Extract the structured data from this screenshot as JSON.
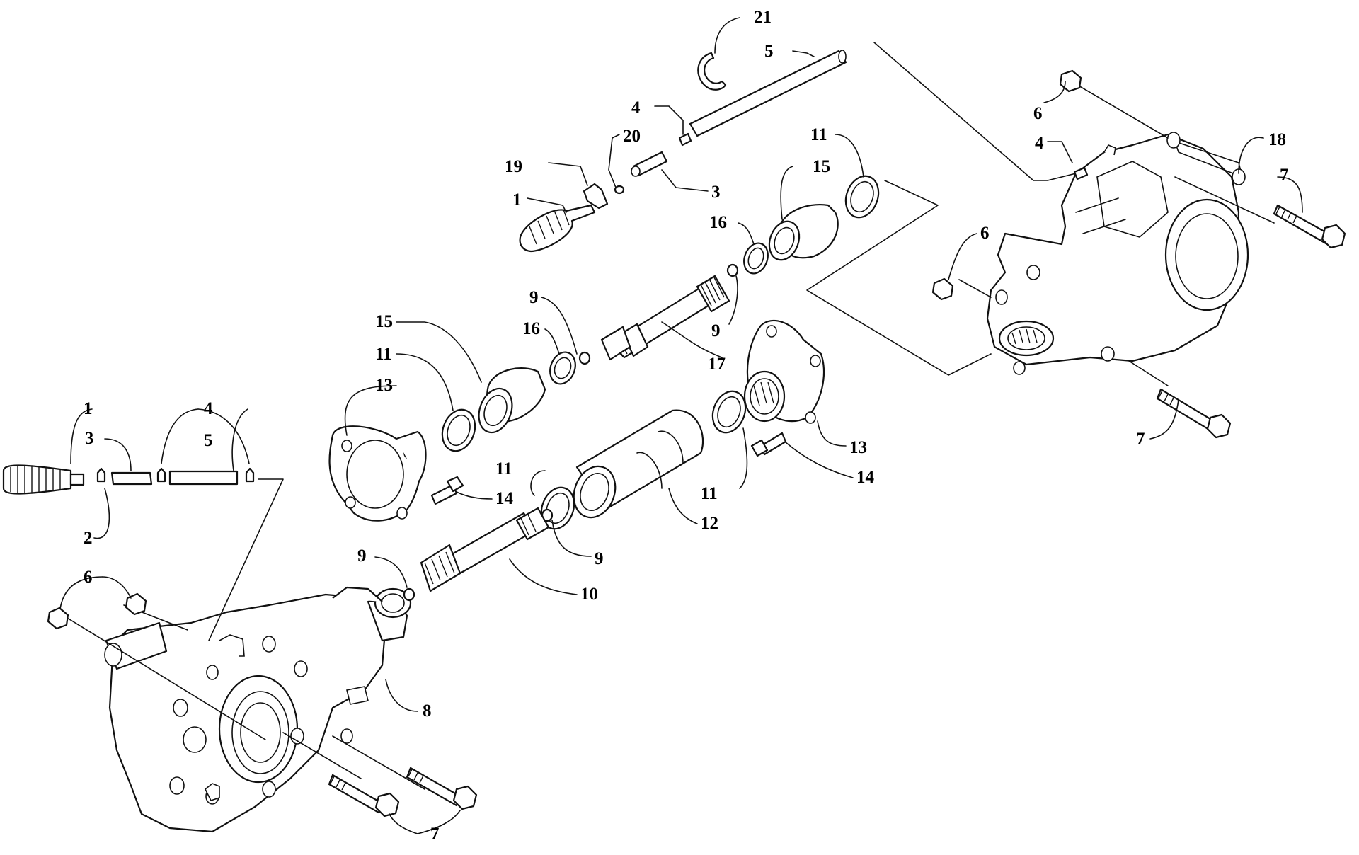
{
  "callouts": [
    {
      "id": "c21",
      "text": "21"
    },
    {
      "id": "c5a",
      "text": "5"
    },
    {
      "id": "c4a",
      "text": "4"
    },
    {
      "id": "c20",
      "text": "20"
    },
    {
      "id": "c19",
      "text": "19"
    },
    {
      "id": "c1a",
      "text": "1"
    },
    {
      "id": "c3a",
      "text": "3"
    },
    {
      "id": "c11a",
      "text": "11"
    },
    {
      "id": "c15a",
      "text": "15"
    },
    {
      "id": "c16a",
      "text": "16"
    },
    {
      "id": "c9a",
      "text": "9"
    },
    {
      "id": "c9b",
      "text": "9"
    },
    {
      "id": "c15b",
      "text": "15"
    },
    {
      "id": "c16b",
      "text": "16"
    },
    {
      "id": "c11b",
      "text": "11"
    },
    {
      "id": "c13a",
      "text": "13"
    },
    {
      "id": "c17",
      "text": "17"
    },
    {
      "id": "c6a",
      "text": "6"
    },
    {
      "id": "c4b",
      "text": "4"
    },
    {
      "id": "c18",
      "text": "18"
    },
    {
      "id": "c7a",
      "text": "7"
    },
    {
      "id": "c6b",
      "text": "6"
    },
    {
      "id": "c7b",
      "text": "7"
    },
    {
      "id": "c13b",
      "text": "13"
    },
    {
      "id": "c14a",
      "text": "14"
    },
    {
      "id": "c14b",
      "text": "14"
    },
    {
      "id": "c11c",
      "text": "11"
    },
    {
      "id": "c11d",
      "text": "11"
    },
    {
      "id": "c12",
      "text": "12"
    },
    {
      "id": "c9c",
      "text": "9"
    },
    {
      "id": "c9d",
      "text": "9"
    },
    {
      "id": "c10",
      "text": "10"
    },
    {
      "id": "c1b",
      "text": "1"
    },
    {
      "id": "c3b",
      "text": "3"
    },
    {
      "id": "c4c",
      "text": "4"
    },
    {
      "id": "c5b",
      "text": "5"
    },
    {
      "id": "c2",
      "text": "2"
    },
    {
      "id": "c6c",
      "text": "6"
    },
    {
      "id": "c8",
      "text": "8"
    },
    {
      "id": "c7c",
      "text": "7"
    }
  ]
}
